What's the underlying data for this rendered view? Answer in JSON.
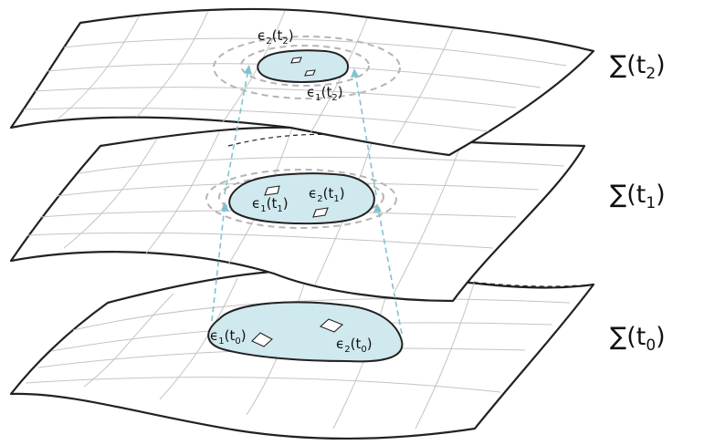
{
  "surfaces": [
    {
      "label": {
        "sym": "∑(t",
        "sub": "2",
        "close": ")"
      },
      "region_labels": [
        {
          "sym": "ϵ",
          "sub1": "2",
          "mid": "(t",
          "sub2": "2",
          "close": ")"
        },
        {
          "sym": "ϵ",
          "sub1": "1",
          "mid": "(t",
          "sub2": "2",
          "close": ")"
        }
      ]
    },
    {
      "label": {
        "sym": "∑(t",
        "sub": "1",
        "close": ")"
      },
      "region_labels": [
        {
          "sym": "ϵ",
          "sub1": "1",
          "mid": "(t",
          "sub2": "1",
          "close": ")"
        },
        {
          "sym": "ϵ",
          "sub1": "2",
          "mid": "(t",
          "sub2": "1",
          "close": ")"
        }
      ]
    },
    {
      "label": {
        "sym": "∑(t",
        "sub": "0",
        "close": ")"
      },
      "region_labels": [
        {
          "sym": "ϵ",
          "sub1": "1",
          "mid": "(t",
          "sub2": "0",
          "close": ")"
        },
        {
          "sym": "ϵ",
          "sub1": "2",
          "mid": "(t",
          "sub2": "0",
          "close": ")"
        }
      ]
    }
  ],
  "colors": {
    "region_fill": "#cfe9ef",
    "flow_arrows": "#7fc3cf",
    "outline": "#222222",
    "grid": "#c4c4c4",
    "dashed_boundary": "#b5b5b5"
  }
}
